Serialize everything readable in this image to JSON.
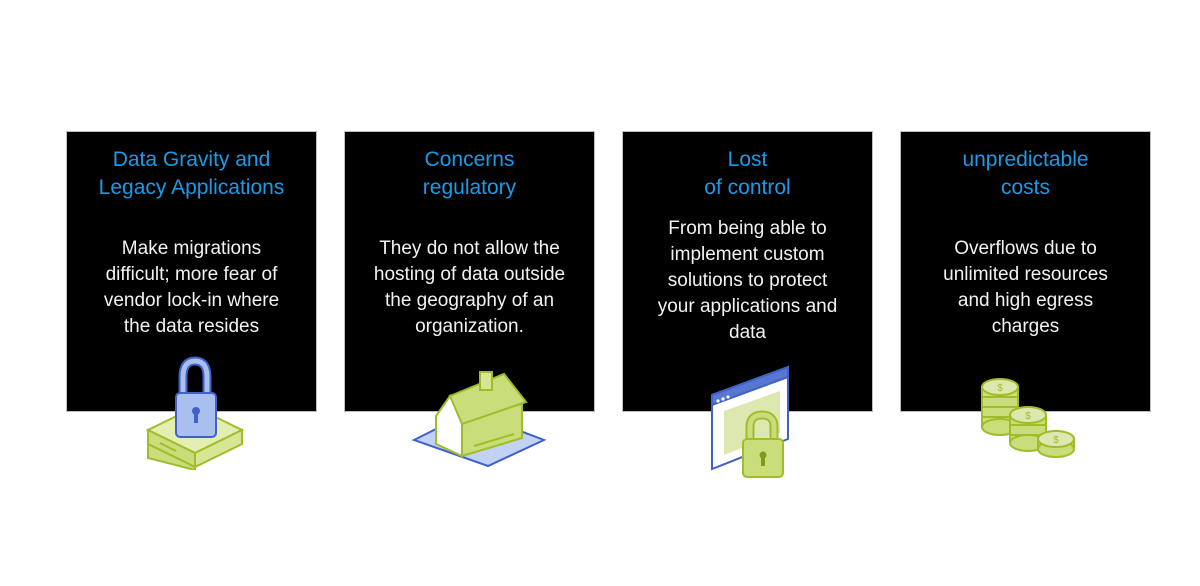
{
  "colors": {
    "card_bg": "#000000",
    "title": "#1a9be8",
    "body_text": "#f2f2f2",
    "icon_green": "#c9dd7a",
    "icon_green_stroke": "#9fbd2a",
    "icon_blue": "#a9c0ef",
    "icon_blue_stroke": "#3f61c8"
  },
  "cards": [
    {
      "title_lines": [
        "Data Gravity and",
        "Legacy Applications"
      ],
      "body_lines": [
        "Make migrations",
        "difficult; more fear of",
        "vendor lock-in where",
        "the data resides"
      ],
      "icon": "padlock-on-server-icon"
    },
    {
      "title_lines": [
        "Concerns",
        "regulatory"
      ],
      "body_lines": [
        "They do not allow the",
        "hosting of data outside",
        "the geography of an",
        "organization."
      ],
      "icon": "house-icon"
    },
    {
      "title_lines": [
        "Lost",
        "of control"
      ],
      "body_lines": [
        "From being able to",
        "implement custom",
        "solutions to protect",
        "your applications and",
        "data"
      ],
      "icon": "browser-window-padlock-icon"
    },
    {
      "title_lines": [
        "unpredictable",
        "costs"
      ],
      "body_lines": [
        "Overflows due to",
        "unlimited resources",
        "and high egress",
        "charges"
      ],
      "icon": "coin-stacks-icon"
    }
  ]
}
